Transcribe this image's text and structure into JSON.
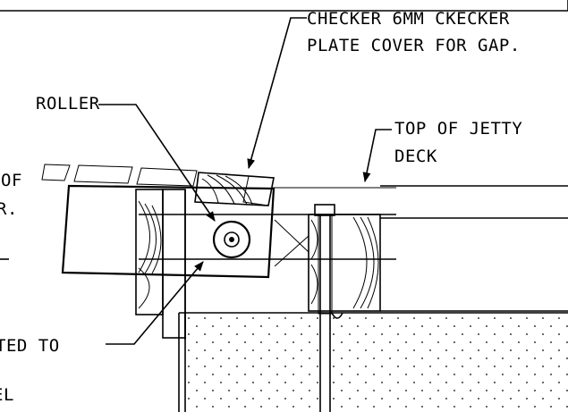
{
  "drawing": {
    "labels": {
      "checker_line1": "CHECKER 6MM CKECKER",
      "checker_line2": "PLATE COVER FOR GAP.",
      "roller": "ROLLER",
      "top_deck_line1": "TOP OF JETTY",
      "top_deck_line2": "DECK",
      "left_of": "OF",
      "left_r": "R.",
      "fitted_to": "TED TO",
      "bottom_el": "EL"
    }
  }
}
